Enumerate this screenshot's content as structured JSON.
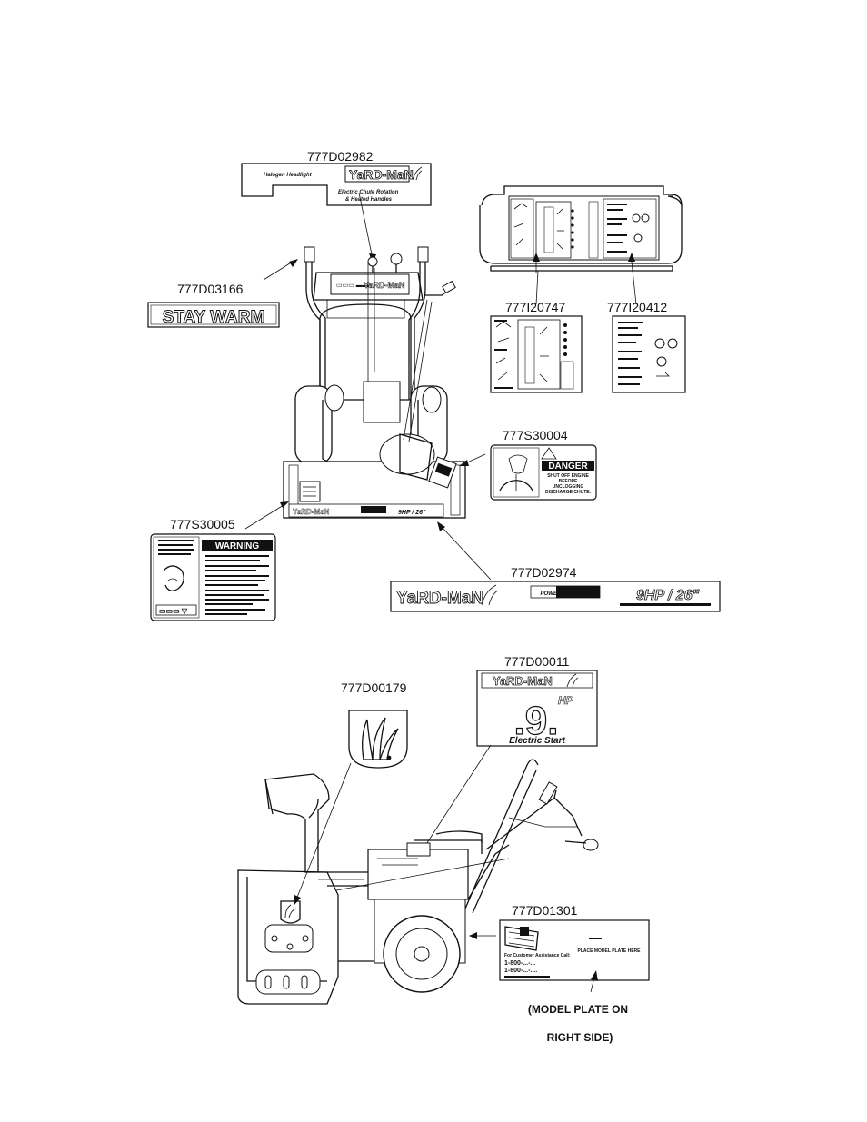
{
  "labels": {
    "d02982": "777D02982",
    "d03166": "777D03166",
    "i20747": "777I20747",
    "i20412": "777I20412",
    "s30004": "777S30004",
    "s30005": "777S30005",
    "d02974": "777D02974",
    "d00011": "777D00011",
    "d00179": "777D00179",
    "d01301": "777D01301"
  },
  "decals": {
    "halogen_headlight": "Halogen Headlight",
    "yard_man": "YaRD-MaN",
    "chute_rotation_1": "Electric Chute Rotation",
    "chute_rotation_2": "& Heated Handles",
    "stay_warm": "STAY WARM",
    "danger": "DANGER",
    "danger_text_1": "SHUT OFF ENGINE",
    "danger_text_2": "BEFORE",
    "danger_text_3": "UNCLOGGING",
    "danger_text_4": "DISCHARGE CHUTE.",
    "warning": "WARNING",
    "power_steering": "POWER STEERING",
    "hp_size": "9HP / 26\"",
    "hp_size_small": "9HP / 26\"",
    "big_nine": ".9.",
    "hp": "HP",
    "electric_start": "Electric Start",
    "customer_assistance": "For Customer Assistance Call:",
    "phone_1": "1-800-...-...",
    "phone_2": "1-800-...-....",
    "place_model_plate": "PLACE MODEL PLATE HERE"
  },
  "captions": {
    "model_plate_1": "(MODEL PLATE ON",
    "model_plate_2": "RIGHT SIDE)"
  }
}
